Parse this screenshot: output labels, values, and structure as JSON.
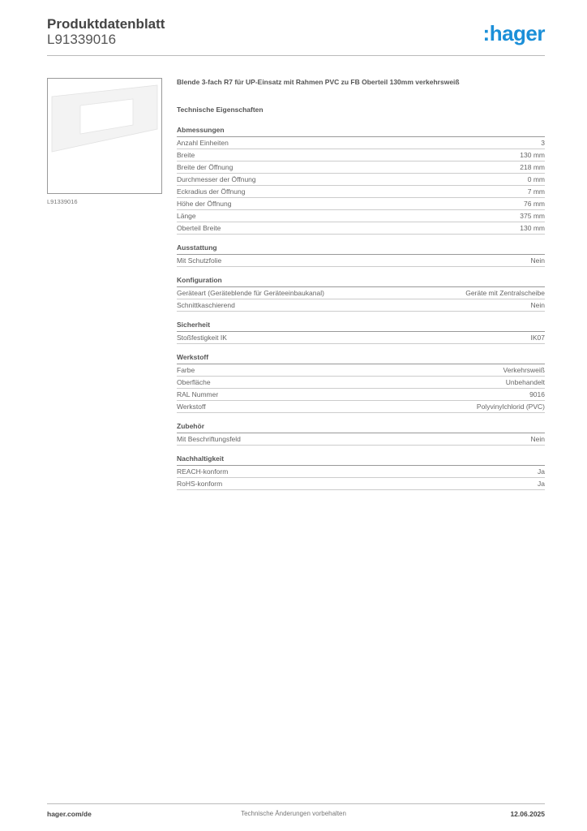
{
  "header": {
    "title": "Produktdatenblatt",
    "code": "L91339016",
    "logo": ":hager",
    "accent": "#1b8fd8"
  },
  "product": {
    "image_caption": "L91339016",
    "description": "Blende 3-fach R7 für UP-Einsatz mit Rahmen PVC zu FB Oberteil 130mm verkehrsweiß",
    "tech_heading": "Technische Eigenschaften"
  },
  "sections": [
    {
      "title": "Abmessungen",
      "rows": [
        [
          "Anzahl Einheiten",
          "3"
        ],
        [
          "Breite",
          "130 mm"
        ],
        [
          "Breite der Öffnung",
          "218 mm"
        ],
        [
          "Durchmesser der Öffnung",
          "0 mm"
        ],
        [
          "Eckradius der Öffnung",
          "7 mm"
        ],
        [
          "Höhe der Öffnung",
          "76 mm"
        ],
        [
          "Länge",
          "375 mm"
        ],
        [
          "Oberteil Breite",
          "130 mm"
        ]
      ]
    },
    {
      "title": "Ausstattung",
      "rows": [
        [
          "Mit Schutzfolie",
          "Nein"
        ]
      ]
    },
    {
      "title": "Konfiguration",
      "rows": [
        [
          "Geräteart (Geräteblende für Geräteeinbaukanal)",
          "Geräte mit Zentralscheibe"
        ],
        [
          "Schnittkaschierend",
          "Nein"
        ]
      ]
    },
    {
      "title": "Sicherheit",
      "rows": [
        [
          "Stoßfestigkeit IK",
          "IK07"
        ]
      ]
    },
    {
      "title": "Werkstoff",
      "rows": [
        [
          "Farbe",
          "Verkehrsweiß"
        ],
        [
          "Oberfläche",
          "Unbehandelt"
        ],
        [
          "RAL Nummer",
          "9016"
        ],
        [
          "Werkstoff",
          "Polyvinylchlorid (PVC)"
        ]
      ]
    },
    {
      "title": "Zubehör",
      "rows": [
        [
          "Mit Beschriftungsfeld",
          "Nein"
        ]
      ]
    },
    {
      "title": "Nachhaltigkeit",
      "rows": [
        [
          "REACH-konform",
          "Ja"
        ],
        [
          "RoHS-konform",
          "Ja"
        ]
      ]
    }
  ],
  "footer": {
    "website": "hager.com/de",
    "notice": "Technische Änderungen vorbehalten",
    "date": "12.06.2025"
  }
}
